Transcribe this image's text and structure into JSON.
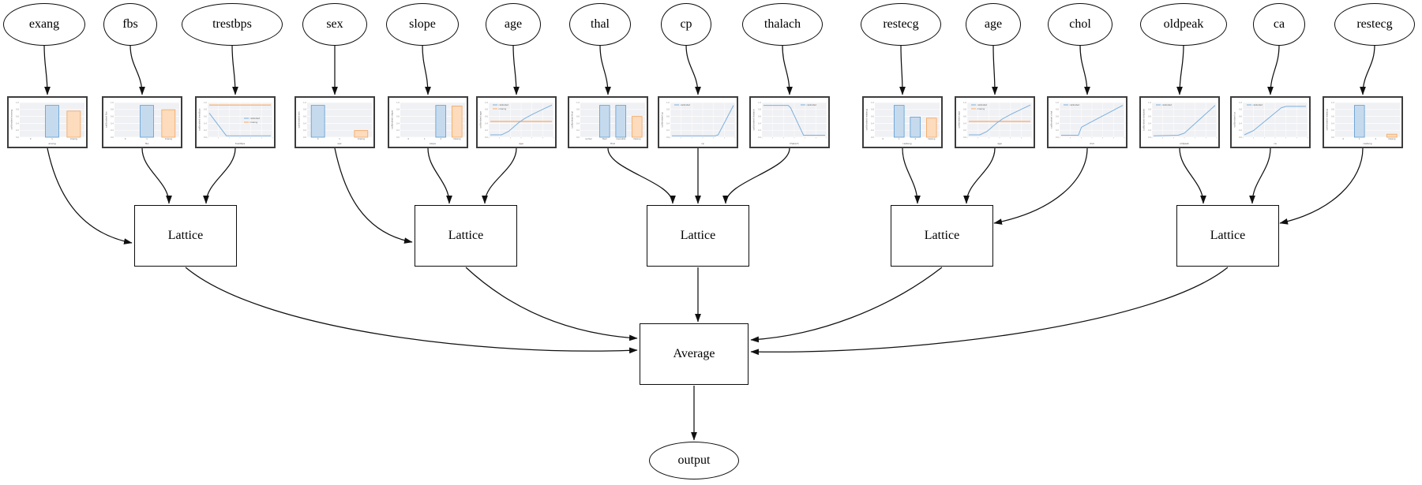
{
  "diagram": {
    "output_label": "output",
    "average_label": "Average",
    "lattice_label": "Lattice",
    "legend_labels": {
      "calibrated": "calibrated",
      "missing": "missing"
    },
    "colors": {
      "calibrated_blue": "#7db0dd",
      "missing_orange": "#ffa85f",
      "bar_blue_fill": "#c6daee",
      "bar_blue_edge": "#5b9bd1",
      "bar_orange_fill": "#fcdcbc",
      "bar_orange_edge": "#f3a45f",
      "edge_black": "#101010",
      "plot_bg": "#f0f1f4",
      "grid_white": "#ffffff",
      "node_border": "#0d0d0d"
    },
    "features": [
      {
        "name": "exang",
        "chart": {
          "type": "bar",
          "ylabel": "calibrated exang",
          "xlabel": "exang",
          "categories": [
            "0",
            "1",
            "missing"
          ],
          "values": [
            0,
            0.95,
            0.78
          ],
          "bar_colors": [
            "blue",
            "blue",
            "orange"
          ],
          "legend": [],
          "legend_pos": null
        }
      },
      {
        "name": "fbs",
        "chart": {
          "type": "bar",
          "ylabel": "calibrated fbs",
          "xlabel": "fbs",
          "categories": [
            "0",
            "1",
            "missing"
          ],
          "values": [
            0,
            0.95,
            0.82
          ],
          "bar_colors": [
            "blue",
            "blue",
            "orange"
          ],
          "legend": [],
          "legend_pos": null
        }
      },
      {
        "name": "trestbps",
        "chart": {
          "type": "line",
          "ylabel": "calibrated trestbps",
          "xlabel": "trestbps",
          "points": [
            [
              0,
              0.72
            ],
            [
              0.28,
              0.04
            ],
            [
              1,
              0.04
            ]
          ],
          "missing_value": 0.96,
          "legend": [
            "calibrated",
            "missing"
          ],
          "legend_pos": "mid-right"
        }
      },
      {
        "name": "sex",
        "chart": {
          "type": "bar",
          "ylabel": "calibrated sex",
          "xlabel": "sex",
          "categories": [
            "0",
            "1",
            "missing"
          ],
          "values": [
            0.95,
            0,
            0.2
          ],
          "bar_colors": [
            "blue",
            "blue",
            "orange"
          ],
          "legend": [],
          "legend_pos": null
        }
      },
      {
        "name": "slope",
        "chart": {
          "type": "bar",
          "ylabel": "calibrated slope",
          "xlabel": "slope",
          "categories": [
            "0",
            "1",
            "2",
            "missing"
          ],
          "values": [
            0,
            0,
            0.95,
            0.93
          ],
          "bar_colors": [
            "blue",
            "blue",
            "blue",
            "orange"
          ],
          "legend": [],
          "legend_pos": null
        }
      },
      {
        "name": "age",
        "chart": {
          "type": "line",
          "ylabel": "calibrated age",
          "xlabel": "age",
          "points": [
            [
              0,
              0.07
            ],
            [
              0.18,
              0.07
            ],
            [
              0.3,
              0.18
            ],
            [
              0.45,
              0.42
            ],
            [
              0.55,
              0.55
            ],
            [
              0.7,
              0.7
            ],
            [
              0.85,
              0.83
            ],
            [
              1,
              0.96
            ]
          ],
          "missing_value": 0.47,
          "legend": [
            "calibrated",
            "missing"
          ],
          "legend_pos": "top-left"
        }
      },
      {
        "name": "thal",
        "chart": {
          "type": "bar",
          "ylabel": "calibrated thal",
          "xlabel": "thal",
          "categories": [
            "normal",
            "fixed",
            "reversible",
            "missing"
          ],
          "values": [
            0,
            0.95,
            0.95,
            0.62
          ],
          "bar_colors": [
            "blue",
            "blue",
            "blue",
            "orange"
          ],
          "legend": [],
          "legend_pos": null
        }
      },
      {
        "name": "cp",
        "chart": {
          "type": "line",
          "ylabel": "calibrated cp",
          "xlabel": "cp",
          "points": [
            [
              0,
              0.04
            ],
            [
              0.7,
              0.04
            ],
            [
              0.75,
              0.07
            ],
            [
              1,
              0.95
            ]
          ],
          "missing_value": null,
          "legend": [
            "calibrated"
          ],
          "legend_pos": "top-left"
        }
      },
      {
        "name": "thalach",
        "chart": {
          "type": "line",
          "ylabel": "calibrated thalach",
          "xlabel": "thalach",
          "points": [
            [
              0,
              0.95
            ],
            [
              0.4,
              0.95
            ],
            [
              0.44,
              0.88
            ],
            [
              0.65,
              0.06
            ],
            [
              1,
              0.06
            ]
          ],
          "missing_value": null,
          "legend": [
            "calibrated"
          ],
          "legend_pos": "top-right"
        }
      },
      {
        "name": "restecg",
        "chart": {
          "type": "bar",
          "ylabel": "calibrated restecg",
          "xlabel": "restecg",
          "categories": [
            "0",
            "1",
            "2",
            "missing"
          ],
          "values": [
            0,
            0.95,
            0.6,
            0.57
          ],
          "bar_colors": [
            "blue",
            "blue",
            "blue",
            "orange"
          ],
          "legend": [],
          "legend_pos": null
        }
      },
      {
        "name": "age",
        "chart": {
          "type": "line",
          "ylabel": "calibrated age",
          "xlabel": "age",
          "points": [
            [
              0,
              0.07
            ],
            [
              0.18,
              0.07
            ],
            [
              0.3,
              0.18
            ],
            [
              0.45,
              0.42
            ],
            [
              0.55,
              0.55
            ],
            [
              0.7,
              0.7
            ],
            [
              0.85,
              0.83
            ],
            [
              1,
              0.96
            ]
          ],
          "missing_value": 0.47,
          "legend": [
            "calibrated",
            "missing"
          ],
          "legend_pos": "top-left"
        }
      },
      {
        "name": "chol",
        "chart": {
          "type": "line",
          "ylabel": "calibrated chol",
          "xlabel": "chol",
          "points": [
            [
              0,
              0.06
            ],
            [
              0.28,
              0.06
            ],
            [
              0.33,
              0.3
            ],
            [
              0.45,
              0.42
            ],
            [
              1,
              0.95
            ]
          ],
          "missing_value": null,
          "legend": [
            "calibrated"
          ],
          "legend_pos": "top-left"
        }
      },
      {
        "name": "oldpeak",
        "chart": {
          "type": "line",
          "ylabel": "calibrated oldpeak",
          "xlabel": "oldpeak",
          "points": [
            [
              0,
              0.04
            ],
            [
              0.4,
              0.06
            ],
            [
              0.5,
              0.12
            ],
            [
              1,
              0.95
            ]
          ],
          "missing_value": null,
          "legend": [
            "calibrated"
          ],
          "legend_pos": "top-left"
        }
      },
      {
        "name": "ca",
        "chart": {
          "type": "line",
          "ylabel": "calibrated ca",
          "xlabel": "ca",
          "points": [
            [
              0,
              0.07
            ],
            [
              0.15,
              0.2
            ],
            [
              0.6,
              0.88
            ],
            [
              0.68,
              0.92
            ],
            [
              1,
              0.92
            ]
          ],
          "missing_value": null,
          "legend": [
            "calibrated"
          ],
          "legend_pos": "top-left"
        }
      },
      {
        "name": "restecg",
        "chart": {
          "type": "bar",
          "ylabel": "calibrated restecg",
          "xlabel": "restecg",
          "categories": [
            "0",
            "1",
            "2",
            "missing"
          ],
          "values": [
            0,
            0.95,
            0,
            0.09
          ],
          "bar_colors": [
            "blue",
            "blue",
            "blue",
            "orange"
          ],
          "legend": [],
          "legend_pos": null
        }
      }
    ],
    "lattices": [
      {
        "label": "Lattice",
        "inputs": [
          "exang",
          "fbs",
          "trestbps"
        ]
      },
      {
        "label": "Lattice",
        "inputs": [
          "sex",
          "slope",
          "age"
        ]
      },
      {
        "label": "Lattice",
        "inputs": [
          "thal",
          "cp",
          "thalach"
        ]
      },
      {
        "label": "Lattice",
        "inputs": [
          "restecg",
          "age",
          "chol"
        ]
      },
      {
        "label": "Lattice",
        "inputs": [
          "oldpeak",
          "ca",
          "restecg"
        ]
      }
    ]
  }
}
